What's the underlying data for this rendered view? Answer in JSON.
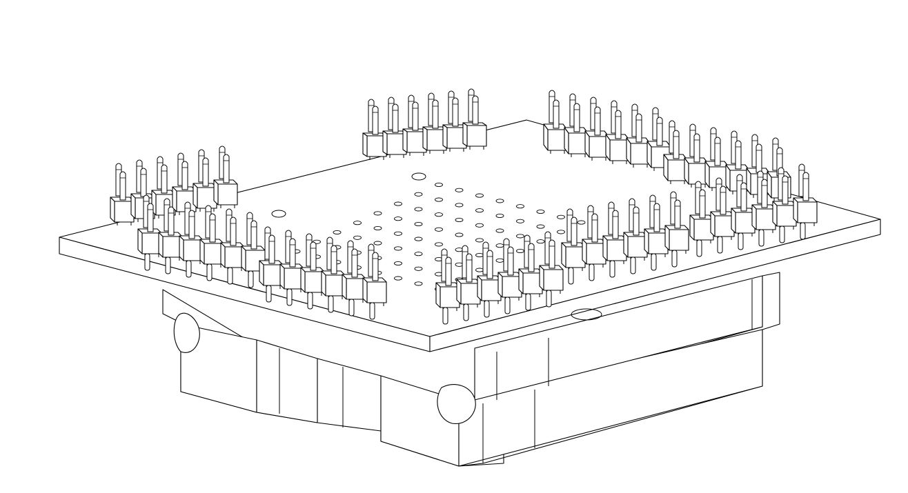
{
  "drawing": {
    "style": "technical line drawing",
    "colors": {
      "background": "#ffffff",
      "line": "#000000",
      "fill": "#ffffff"
    },
    "header_groups": [
      {
        "name": "header-top-center",
        "pins": 6,
        "rows": 2
      },
      {
        "name": "header-top-right",
        "pins": 6,
        "rows": 2
      },
      {
        "name": "header-right-upper",
        "pins": 6,
        "rows": 2
      },
      {
        "name": "header-right-lower",
        "pins": 6,
        "rows": 2
      },
      {
        "name": "header-left-back",
        "pins": 6,
        "rows": 2
      },
      {
        "name": "header-left-front",
        "pins": 6,
        "rows": 2
      },
      {
        "name": "header-front-left",
        "pins": 6,
        "rows": 2
      },
      {
        "name": "header-front-center",
        "pins": 6,
        "rows": 2
      },
      {
        "name": "header-front-right",
        "pins": 6,
        "rows": 2
      }
    ],
    "pad_grid": {
      "rows": 8,
      "cols": 8
    }
  }
}
